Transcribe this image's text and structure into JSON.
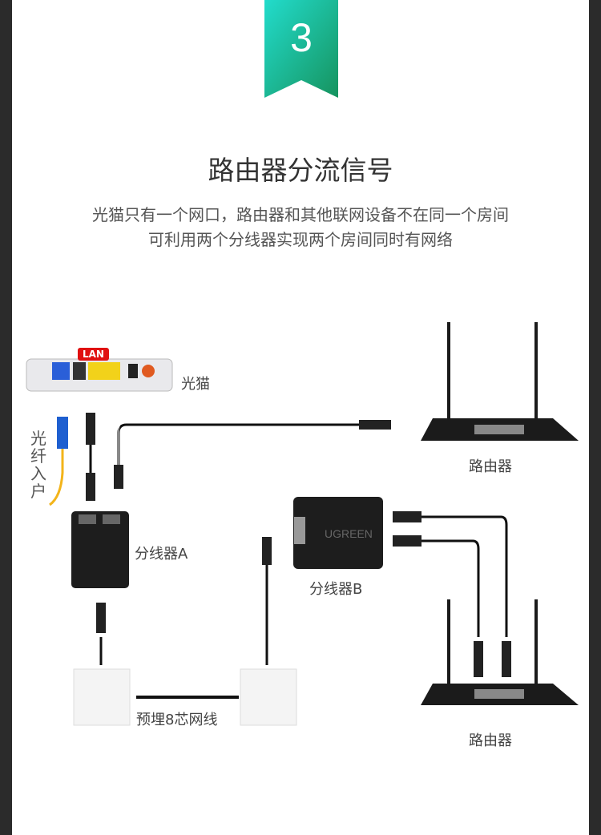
{
  "step": {
    "number": "3"
  },
  "heading": "路由器分流信号",
  "description": {
    "line1": "光猫只有一个网口，路由器和其他联网设备不在同一个房间",
    "line2": "可利用两个分线器实现两个房间同时有网络"
  },
  "labels": {
    "modem": "光猫",
    "lan_tag": "LAN",
    "fiber_in": "光纤入户",
    "router_top": "路由器",
    "splitter_a": "分线器A",
    "splitter_b": "分线器B",
    "cable": "预埋8芯网线",
    "router_bottom": "路由器",
    "brand": "UGREEN"
  },
  "colors": {
    "badge_top": "#1fd6c8",
    "badge_bottom": "#1a9c6a",
    "lan_tag": "#e01010"
  }
}
